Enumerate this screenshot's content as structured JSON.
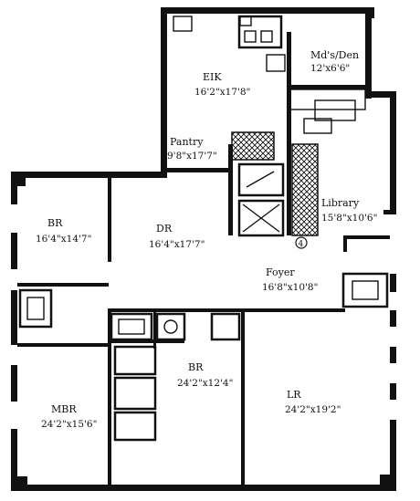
{
  "rooms": [
    {
      "name": "EIK",
      "dims": "16'2\"x17'8\""
    },
    {
      "name": "Md's/Den",
      "dims": "12'x6'6\""
    },
    {
      "name": "Pantry",
      "dims": "9'8\"x17'7\""
    },
    {
      "name": "Library",
      "dims": "15'8\"x10'6\""
    },
    {
      "name": "BR",
      "dims": "16'4\"x14'7\""
    },
    {
      "name": "DR",
      "dims": "16'4\"x17'7\""
    },
    {
      "name": "Foyer",
      "dims": "16'8\"x10'8\""
    },
    {
      "name": "BR",
      "dims": "24'2\"x12'4\""
    },
    {
      "name": "LR",
      "dims": "24'2\"x19'2\""
    },
    {
      "name": "MBR",
      "dims": "24'2\"x15'6\""
    }
  ],
  "marker": "4"
}
